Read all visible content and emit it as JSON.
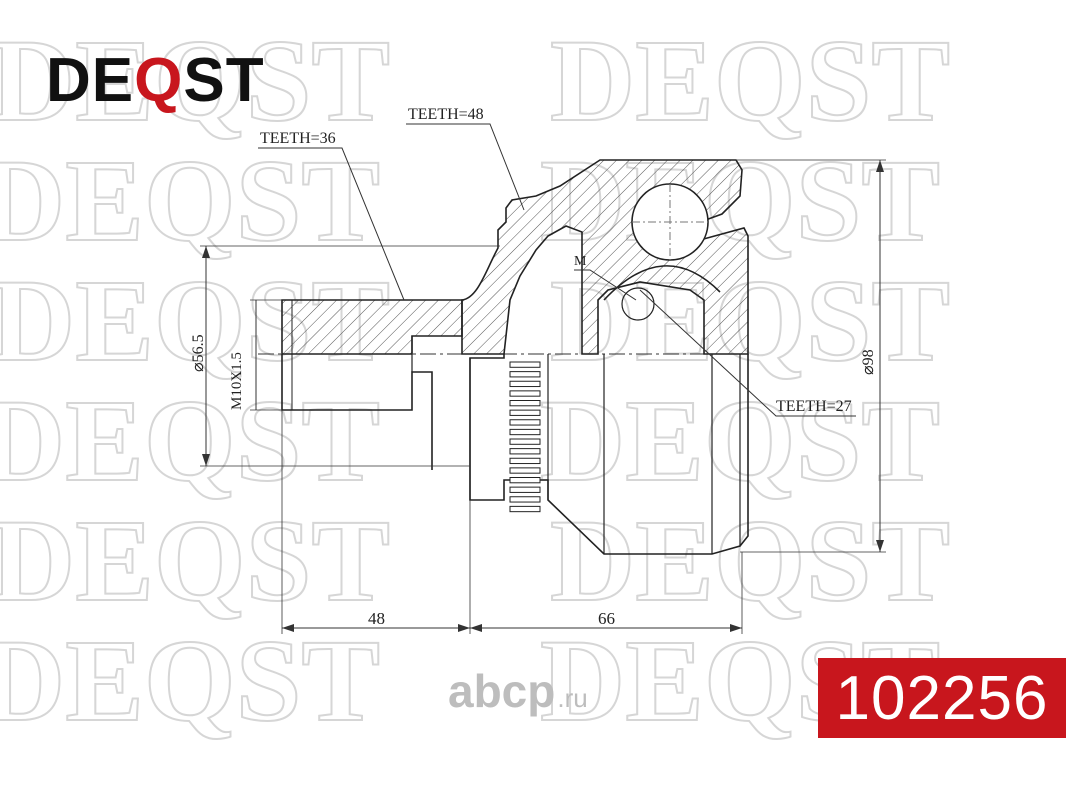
{
  "brand": {
    "logo_prefix": "DE",
    "logo_q": "Q",
    "logo_suffix": "ST",
    "accent_color": "#c8161d",
    "watermark_text": "DEQST"
  },
  "part_number": "102256",
  "source_mark": {
    "name": "abcp",
    "tld": ".ru"
  },
  "labels": {
    "teeth_outer_spline": "TEETH=36",
    "teeth_abs_ring": "TEETH=48",
    "teeth_inner_spline": "TEETH=27",
    "thread": "M10X1.5",
    "diameter_shaft": "⌀56.5",
    "diameter_housing": "⌀98",
    "length_shaft": "48",
    "length_housing": "66",
    "section_mark": "M"
  },
  "icons": {
    "section_fill": "diagonal-hatch-pattern"
  }
}
